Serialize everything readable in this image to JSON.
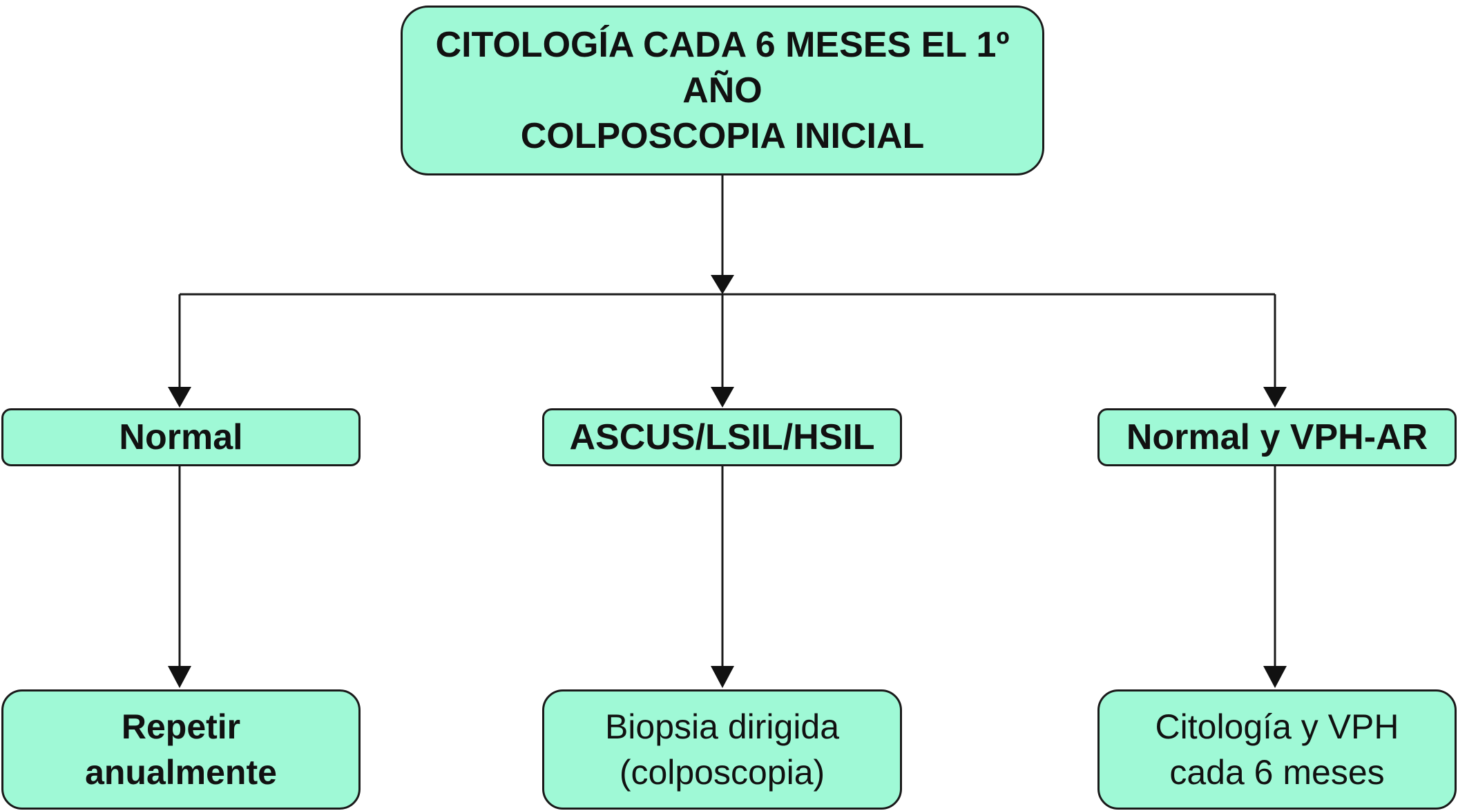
{
  "nodes": {
    "top": {
      "lines": [
        "CITOLOGÍA CADA 6 MESES EL 1º",
        "AÑO",
        "COLPOSCOPIA INICIAL"
      ]
    },
    "normal": {
      "label": "Normal"
    },
    "ascus": {
      "label": "ASCUS/LSIL/HSIL"
    },
    "vph": {
      "label": "Normal y VPH-AR"
    },
    "repetir": {
      "lines": [
        "Repetir",
        "anualmente"
      ]
    },
    "biopsia": {
      "lines": [
        "Biopsia dirigida",
        "(colposcopia)"
      ]
    },
    "citologia": {
      "lines": [
        "Citología y VPH",
        "cada 6 meses"
      ]
    }
  },
  "colors": {
    "box_fill": "#9ff9d6",
    "stroke": "#1a1a1a",
    "text": "#111111"
  }
}
